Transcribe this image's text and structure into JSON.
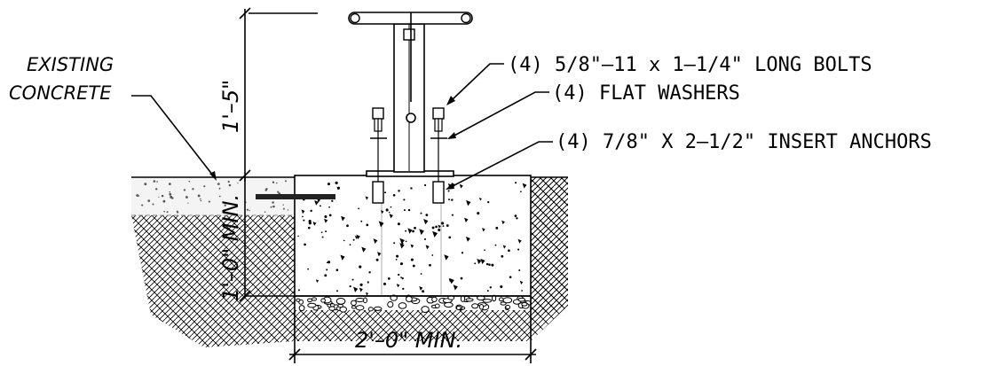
{
  "labels": {
    "existing_line1": "EXISTING",
    "existing_line2": "CONCRETE",
    "bolts": "(4) 5/8\"–11 x 1–1/4\" LONG BOLTS",
    "washers": "(4) FLAT WASHERS",
    "anchors": "(4) 7/8\" X 2–1/2\" INSERT ANCHORS"
  },
  "dimensions": {
    "height_above": "1'–5\"",
    "depth_below": "1'–0\" MIN.",
    "width": "2'–0\" MIN."
  }
}
